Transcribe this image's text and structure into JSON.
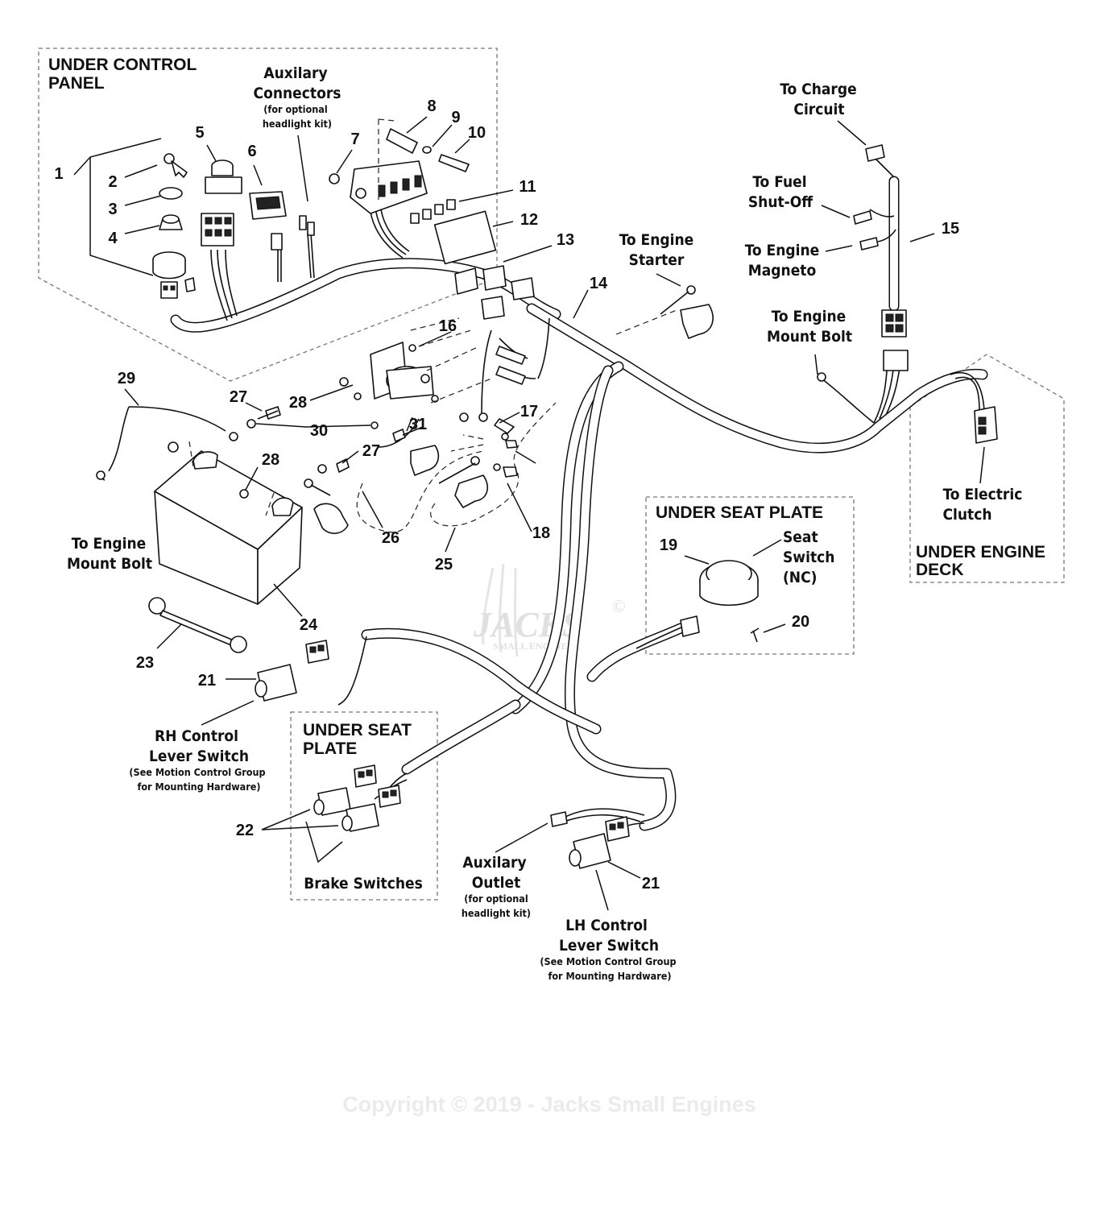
{
  "regions": {
    "under_control_panel": [
      "UNDER CONTROL",
      "PANEL"
    ],
    "under_seat_plate_right": "UNDER SEAT PLATE",
    "under_seat_plate_left": [
      "UNDER SEAT",
      "PLATE"
    ],
    "under_engine_deck": [
      "UNDER ENGINE",
      "DECK"
    ]
  },
  "labels": {
    "auxilary_connectors": [
      "Auxilary",
      "Connectors",
      "(for optional",
      "headlight kit)"
    ],
    "to_charge_circuit": [
      "To Charge",
      "Circuit"
    ],
    "to_fuel_shutoff": [
      "To Fuel",
      "Shut-Off"
    ],
    "to_engine_magneto": [
      "To Engine",
      "Magneto"
    ],
    "to_engine_starter": [
      "To Engine",
      "Starter"
    ],
    "to_engine_mount_bolt_right": [
      "To Engine",
      "Mount Bolt"
    ],
    "to_electric_clutch": [
      "To Electric",
      "Clutch"
    ],
    "seat_switch": [
      "Seat",
      "Switch",
      "(NC)"
    ],
    "to_engine_mount_bolt_left": [
      "To Engine",
      "Mount Bolt"
    ],
    "rh_control": [
      "RH Control",
      "Lever Switch",
      "(See Motion Control Group",
      "for Mounting Hardware)"
    ],
    "brake_switches": "Brake Switches",
    "auxilary_outlet": [
      "Auxilary",
      "Outlet",
      "(for optional",
      "headlight kit)"
    ],
    "lh_control": [
      "LH Control",
      "Lever Switch",
      "(See Motion Control Group",
      "for Mounting Hardware)"
    ]
  },
  "callouts": {
    "c1": "1",
    "c2": "2",
    "c3": "3",
    "c4": "4",
    "c5": "5",
    "c6": "6",
    "c7": "7",
    "c8": "8",
    "c9": "9",
    "c10": "10",
    "c11": "11",
    "c12": "12",
    "c13": "13",
    "c14": "14",
    "c15": "15",
    "c16": "16",
    "c17": "17",
    "c18": "18",
    "c19": "19",
    "c20": "20",
    "c21a": "21",
    "c21b": "21",
    "c22": "22",
    "c23": "23",
    "c24": "24",
    "c25": "25",
    "c26": "26",
    "c27a": "27",
    "c27b": "27",
    "c28a": "28",
    "c28b": "28",
    "c29": "29",
    "c30": "30",
    "c31": "31"
  },
  "watermark": {
    "logo_main": "JACKS",
    "logo_copyright": "©",
    "logo_sub": "SMALL ENGINES",
    "copyright": "Copyright © 2019 - Jacks Small Engines"
  }
}
